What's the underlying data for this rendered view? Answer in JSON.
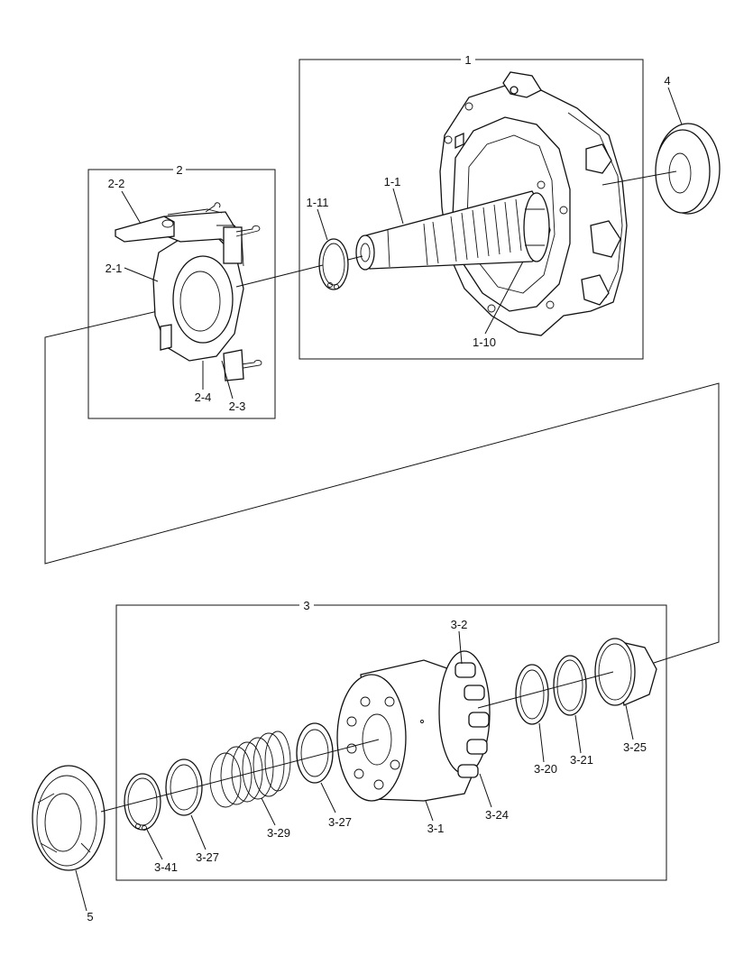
{
  "groups": {
    "g1": "1",
    "g2": "2",
    "g3": "3"
  },
  "labels": {
    "p4": "4",
    "p5": "5",
    "p1_1": "1-1",
    "p1_10": "1-10",
    "p1_11": "1-11",
    "p2_1": "2-1",
    "p2_2": "2-2",
    "p2_3": "2-3",
    "p2_4": "2-4",
    "p3_1": "3-1",
    "p3_2": "3-2",
    "p3_20": "3-20",
    "p3_21": "3-21",
    "p3_24": "3-24",
    "p3_25": "3-25",
    "p3_27a": "3-27",
    "p3_27b": "3-27",
    "p3_29": "3-29",
    "p3_41": "3-41"
  }
}
